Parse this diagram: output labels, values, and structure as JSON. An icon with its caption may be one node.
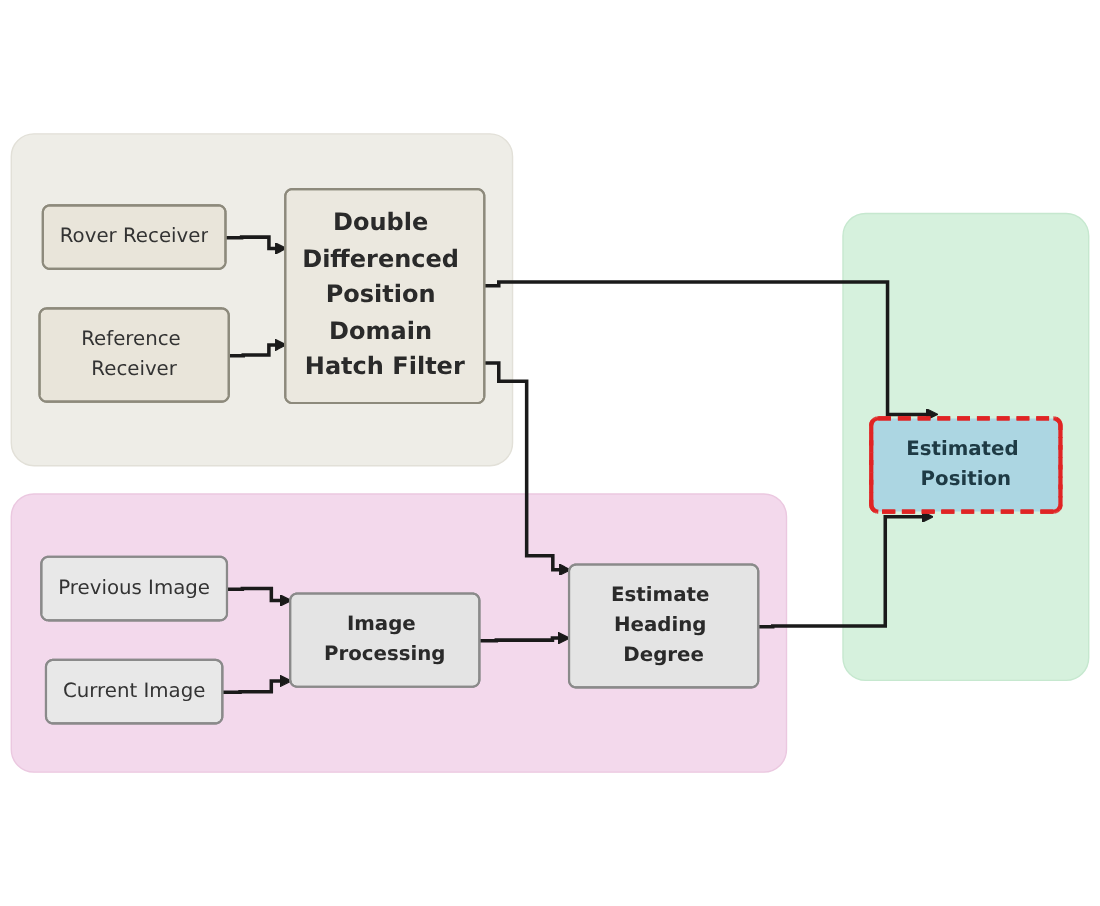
{
  "diagram": {
    "nodes": [
      {
        "text": [],
        "shape": "box"
      },
      {
        "text": [
          "Rover Receiver"
        ],
        "in": 0
      },
      {
        "text": [
          "Reference Receiver"
        ],
        "in": 0
      },
      {
        "text": [
          "Double Differenced Position Domain Hatch Filter"
        ],
        "in": 0
      },
      {
        "text": [],
        "shape": "box"
      },
      {
        "text": [
          "Previous Image"
        ],
        "in": 4
      },
      {
        "text": [
          "Current Image"
        ],
        "in": 4
      },
      {
        "text": [
          "Image Processing"
        ],
        "in": 4
      },
      {
        "text": [
          "Estimate Heading Degree"
        ],
        "in": 4
      },
      {
        "text": [],
        "shape": "box"
      },
      {
        "text": [
          "Estimated Position"
        ],
        "in": 9
      }
    ],
    "edges": [
      {
        "from": 1,
        "to": 3,
        "arrow": "to"
      },
      {
        "from": 2,
        "to": 3,
        "arrow": "to"
      },
      {
        "from": 3,
        "to": 8,
        "arrow": "to"
      },
      {
        "from": 5,
        "to": 7,
        "arrow": "to"
      },
      {
        "from": 6,
        "to": 7,
        "arrow": "to"
      },
      {
        "from": 7,
        "to": 8,
        "arrow": "to"
      },
      {
        "from": 3,
        "to": 10,
        "arrow": "to"
      },
      {
        "from": 8,
        "to": 10,
        "arrow": "to"
      }
    ]
  }
}
